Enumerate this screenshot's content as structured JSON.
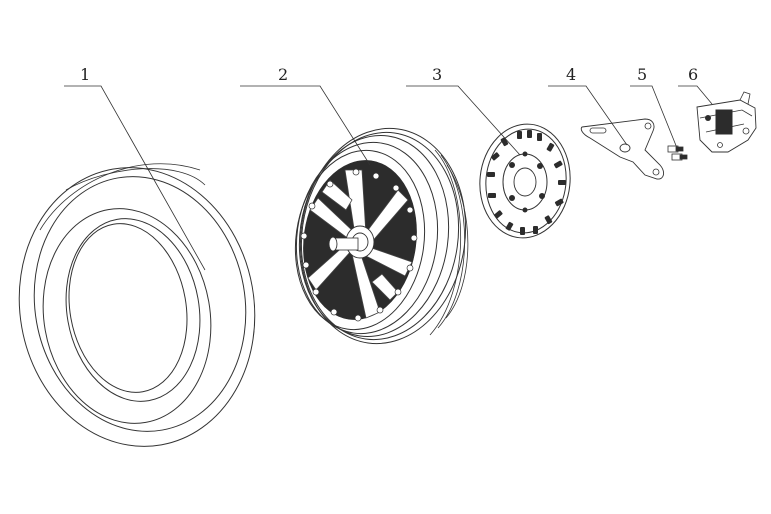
{
  "diagram": {
    "type": "exploded-parts-view",
    "callouts": [
      {
        "id": "1",
        "label": "1",
        "part": "tire"
      },
      {
        "id": "2",
        "label": "2",
        "part": "hub-motor-wheel"
      },
      {
        "id": "3",
        "label": "3",
        "part": "brake-disc"
      },
      {
        "id": "4",
        "label": "4",
        "part": "caliper-bracket"
      },
      {
        "id": "5",
        "label": "5",
        "part": "bolts"
      },
      {
        "id": "6",
        "label": "6",
        "part": "brake-caliper"
      }
    ]
  }
}
